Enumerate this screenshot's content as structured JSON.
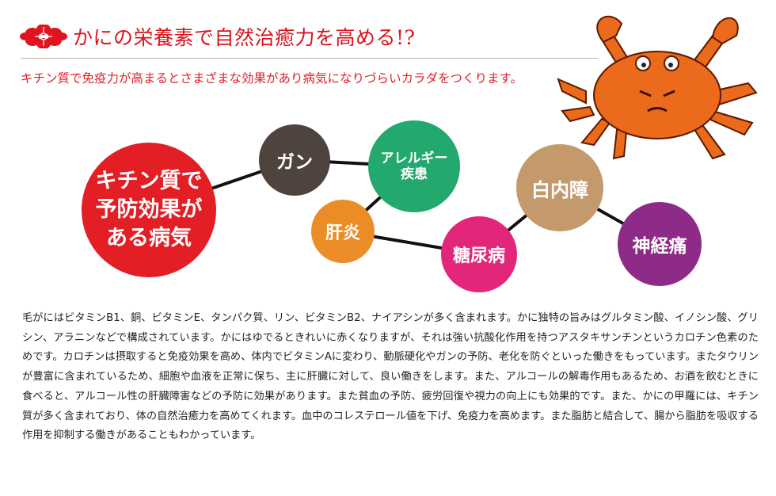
{
  "header": {
    "title": "かにの栄養素で自然治癒力を高める!?",
    "lead": "キチン質で免疫力が高まるとさまざまな効果があり病気になりづらいカラダをつくります。"
  },
  "diagram": {
    "main": "キチン質で予防効果がある病気",
    "main_lines": [
      "キチン質で",
      "予防効果が",
      "ある病気"
    ],
    "diseases": [
      {
        "label": "ガン",
        "color": "#4e433d"
      },
      {
        "label": "アレルギー",
        "sub": "疾患",
        "color": "#23a96e"
      },
      {
        "label": "肝炎",
        "color": "#ec8c27"
      },
      {
        "label": "糖尿病",
        "color": "#e2277a"
      },
      {
        "label": "白内障",
        "color": "#c49a6c"
      },
      {
        "label": "神経痛",
        "color": "#8e2a87"
      }
    ],
    "main_color": "#e31e25"
  },
  "body": "毛がにはビタミンB1、銅、ビタミンE、タンパク質、リン、ビタミンB2、ナイアシンが多く含まれます。かに独特の旨みはグルタミン酸、イノシン酸、グリシン、アラニンなどで構成されています。かにはゆでるときれいに赤くなりますが、それは強い抗酸化作用を持つアスタキサンチンというカロチン色素のためです。カロチンは摂取すると免疫効果を高め、体内でビタミンAに変わり、動脈硬化やガンの予防、老化を防ぐといった働きをもっています。またタウリンが豊富に含まれているため、細胞や血液を正常に保ち、主に肝臓に対して、良い働きをします。また、アルコールの解毒作用もあるため、お酒を飲むときに食べると、アルコール性の肝臓障害などの予防に効果があります。また貧血の予防、疲労回復や視力の向上にも効果的です。また、かにの甲羅には、キチン質が多く含まれており、体の自然治癒力を高めてくれます。血中のコレステロール値を下げ、免疫力を高めます。また脂肪と結合して、腸から脂肪を吸収する作用を抑制する働きがあることもわかっています。"
}
